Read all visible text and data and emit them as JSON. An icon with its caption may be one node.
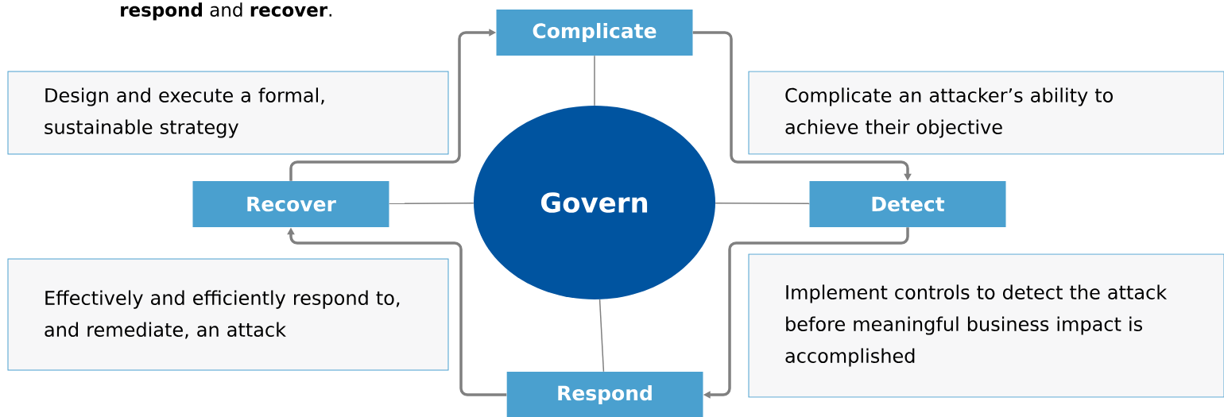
{
  "diagram": {
    "nodes": [
      {
        "text": [
          "Complicate"
        ]
      },
      {
        "text": [
          "Design and execute a formal, sustainable strategy"
        ]
      },
      {
        "text": [
          "Complicate an attacker’s ability to achieve their objective"
        ]
      },
      {
        "text": [
          "Recover"
        ]
      },
      {
        "text": [
          "Govern"
        ]
      },
      {
        "text": [
          "Detect"
        ]
      },
      {
        "text": [
          "Effectively and efficiently respond to, and remediate, an attack"
        ]
      },
      {
        "text": [
          "Implement controls to detect the attack before meaningful business impact is accomplished"
        ]
      },
      {
        "text": [
          "Respond"
        ]
      }
    ],
    "edges": [
      {
        "from": 3,
        "to": 0,
        "arrow": "to"
      },
      {
        "from": 0,
        "to": 5,
        "arrow": "to"
      },
      {
        "from": 5,
        "to": 8,
        "arrow": "to"
      },
      {
        "from": 8,
        "to": 3,
        "arrow": "to"
      },
      {
        "from": 4,
        "to": 0,
        "arrow": "none"
      },
      {
        "from": 4,
        "to": 3,
        "arrow": "none"
      },
      {
        "from": 4,
        "to": 5,
        "arrow": "none"
      },
      {
        "from": 4,
        "to": 8,
        "arrow": "none"
      }
    ],
    "labels": [
      "**respond** and **recover**."
    ]
  }
}
